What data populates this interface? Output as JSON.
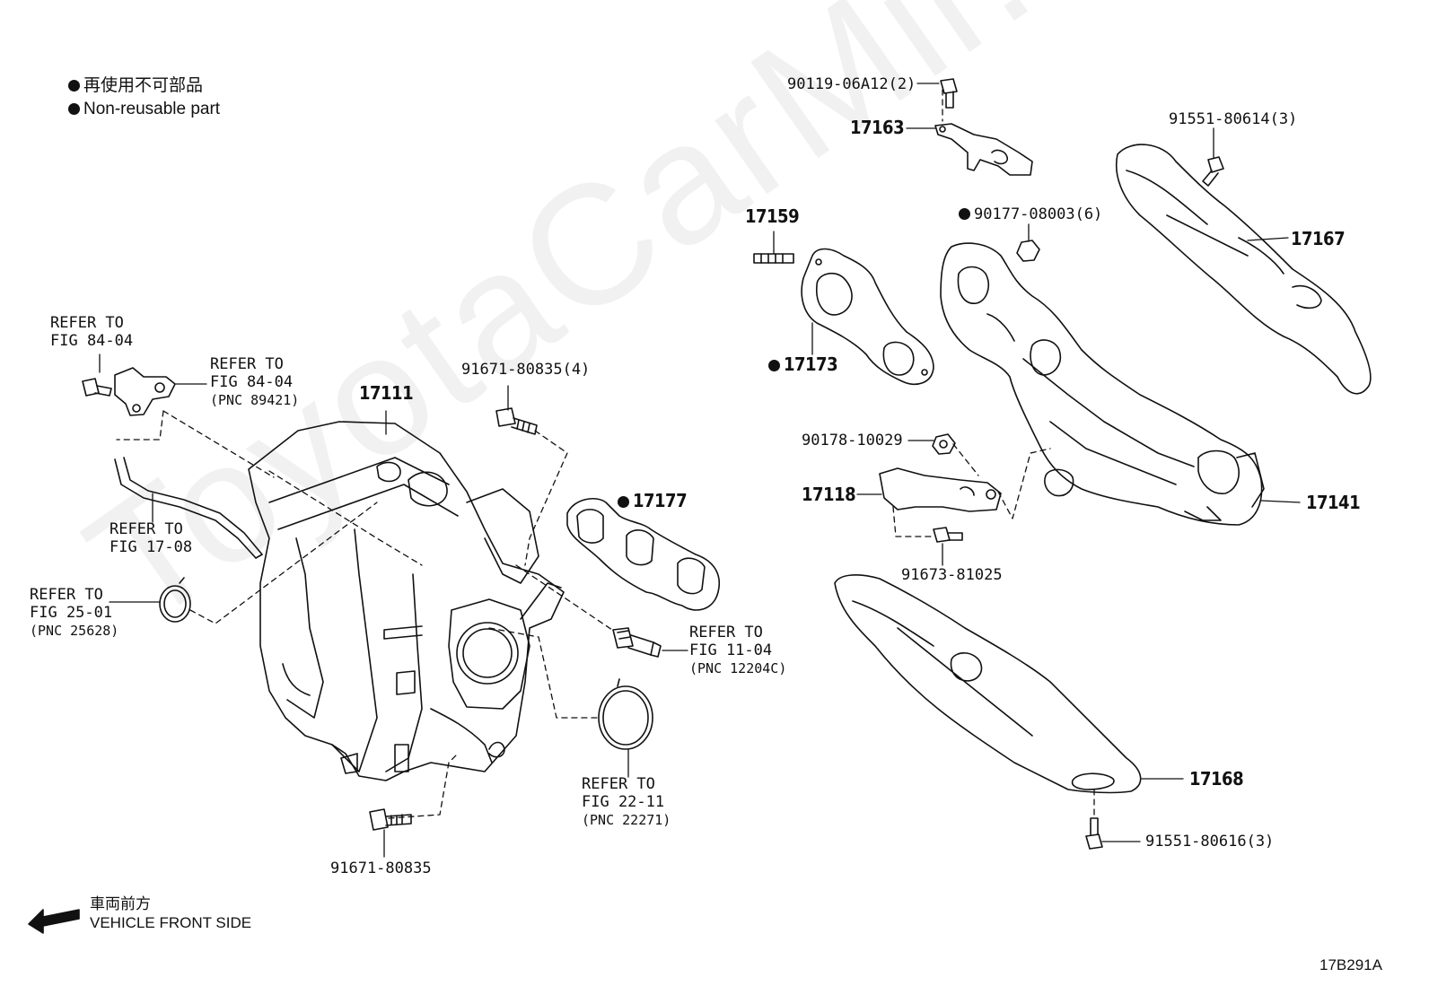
{
  "legend": {
    "non_reusable_jp": "再使用不可部品",
    "non_reusable_en": "Non-reusable part"
  },
  "front": {
    "jp": "車両前方",
    "en": "VEHICLE FRONT SIDE"
  },
  "figure_code": "17B291A",
  "watermark": "ToyotaCarMir.ru",
  "parts": {
    "p17111": "17111",
    "p17177": "17177",
    "p17163": "17163",
    "p17159": "17159",
    "p17173": "17173",
    "p17167": "17167",
    "p17118": "17118",
    "p17141": "17141",
    "p17168": "17168",
    "b9011906A12": "90119-06A12(2)",
    "b9155180614": "91551-80614(3)",
    "b9017708003": "90177-08003(6)",
    "b9017810029": "90178-10029",
    "b9167381025": "91673-81025",
    "b9155180616": "91551-80616(3)",
    "b916718083504": "91671-80835(4)",
    "b9167180835": "91671-80835"
  },
  "refs": {
    "r1": {
      "l1": "REFER TO",
      "l2": "FIG 84-04"
    },
    "r2": {
      "l1": "REFER TO",
      "l2": "FIG 84-04",
      "l3": "(PNC 89421)"
    },
    "r3": {
      "l1": "REFER TO",
      "l2": "FIG 17-08"
    },
    "r4": {
      "l1": "REFER TO",
      "l2": "FIG 25-01",
      "l3": "(PNC 25628)"
    },
    "r5": {
      "l1": "REFER TO",
      "l2": "FIG 11-04",
      "l3": "(PNC 12204C)"
    },
    "r6": {
      "l1": "REFER TO",
      "l2": "FIG 22-11",
      "l3": "(PNC 22271)"
    }
  }
}
